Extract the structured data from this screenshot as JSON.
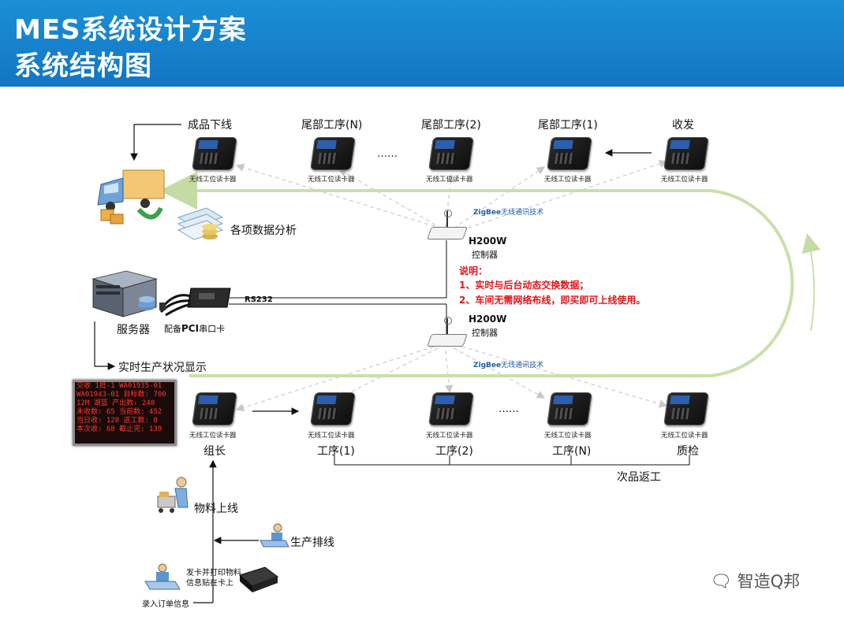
{
  "header": {
    "title_line1": "MES系统设计方案",
    "title_line2": "系统结构图"
  },
  "top_stations": [
    "成品下线",
    "尾部工序(N)",
    "尾部工序(2)",
    "尾部工序(1)",
    "收发"
  ],
  "device_caption": "无线工位读卡器",
  "ellipsis": "……",
  "bottom_stations": [
    "组长",
    "工序(1)",
    "工序(2)",
    "工序(N)",
    "质检"
  ],
  "ellipsis_bottom": "……",
  "rework": "次品返工",
  "analysis": "各项数据分析",
  "server": "服务器",
  "pci_card_prefix": "配备",
  "pci_card_bold": "PCI",
  "pci_card_suffix": "串口卡",
  "rs232": "RS232",
  "realtime": "实时生产状况显示",
  "zigbee_brand": "ZigBee",
  "zigbee_text": "无线通讯技术",
  "controller_model": "H200W",
  "controller_name": "控制器",
  "notes": {
    "title": "说明：",
    "line1": "1、实时与后台动态交换数据；",
    "line2": "2、车间无需网络布线，即买即可上线使用。"
  },
  "material": "物料上线",
  "schedule": "生产排线",
  "issue_card_line1": "发卡并打印物料",
  "issue_card_line2": "信息贴在卡上",
  "order_entry": "录入订单信息",
  "led_lines": [
    "交收  1批-1  WA01935-01",
    "WA01943-01  目标数: 700",
    "12M    湖蓝  产出数: 240",
    "未收数: 65   当前数: 452",
    "当日收: 128  返工数:   8",
    "本次收: 68  截止完: 139"
  ],
  "watermark": "智造Q邦",
  "colors": {
    "header": "#1176c4",
    "loop_arrow": "#c4dca3",
    "notes_red": "#e0161c",
    "zigbee_blue": "#1f5fa8"
  }
}
